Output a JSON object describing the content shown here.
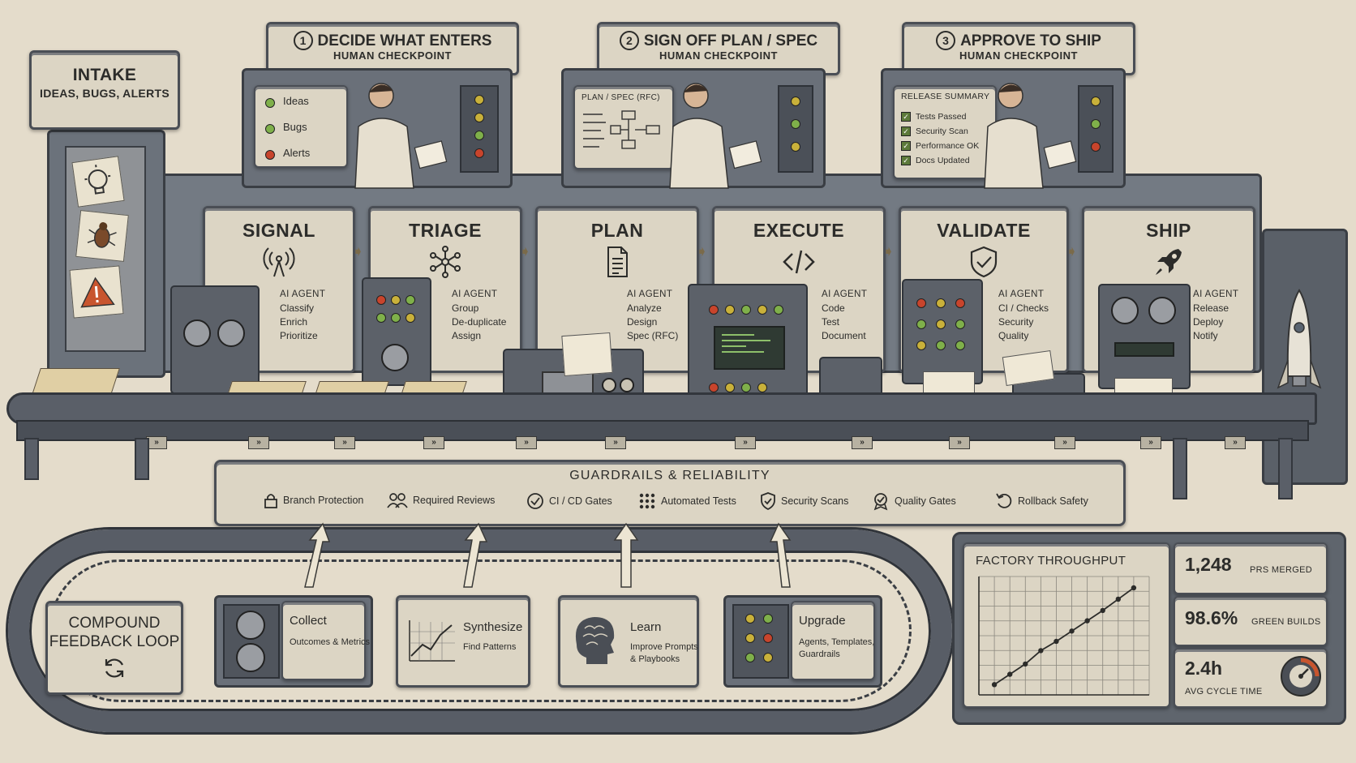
{
  "intake": {
    "title": "INTAKE",
    "subtitle": "IDEAS, BUGS, ALERTS"
  },
  "checkpoints": [
    {
      "num": "1",
      "title": "DECIDE WHAT ENTERS",
      "sub": "HUMAN CHECKPOINT"
    },
    {
      "num": "2",
      "title": "SIGN OFF PLAN / SPEC",
      "sub": "HUMAN CHECKPOINT"
    },
    {
      "num": "3",
      "title": "APPROVE TO SHIP",
      "sub": "HUMAN CHECKPOINT"
    }
  ],
  "console1": {
    "items": [
      "Ideas",
      "Bugs",
      "Alerts"
    ],
    "led_colors": [
      "#7fb04a",
      "#7fb04a",
      "#c8442c"
    ]
  },
  "console2": {
    "title": "PLAN / SPEC (RFC)"
  },
  "console3": {
    "title": "RELEASE SUMMARY",
    "items": [
      "Tests Passed",
      "Security Scan",
      "Performance OK",
      "Docs Updated"
    ]
  },
  "stages": [
    {
      "title": "SIGNAL",
      "icon": "signal-tower-icon",
      "agent": "AI AGENT",
      "tasks": [
        "Classify",
        "Enrich",
        "Prioritize"
      ]
    },
    {
      "title": "TRIAGE",
      "icon": "network-nodes-icon",
      "agent": "AI AGENT",
      "tasks": [
        "Group",
        "De-duplicate",
        "Assign"
      ]
    },
    {
      "title": "PLAN",
      "icon": "document-icon",
      "agent": "AI AGENT",
      "tasks": [
        "Analyze",
        "Design",
        "Spec (RFC)"
      ]
    },
    {
      "title": "EXECUTE",
      "icon": "code-brackets-icon",
      "agent": "AI AGENT",
      "tasks": [
        "Code",
        "Test",
        "Document"
      ]
    },
    {
      "title": "VALIDATE",
      "icon": "shield-check-icon",
      "agent": "AI AGENT",
      "tasks": [
        "CI / Checks",
        "Security",
        "Quality"
      ]
    },
    {
      "title": "SHIP",
      "icon": "rocket-icon",
      "agent": "AI AGENT",
      "tasks": [
        "Release",
        "Deploy",
        "Notify"
      ]
    }
  ],
  "guardrails": {
    "title": "GUARDRAILS & RELIABILITY",
    "items": [
      {
        "label": "Branch Protection",
        "icon": "lock-icon"
      },
      {
        "label": "Required Reviews",
        "icon": "people-icon"
      },
      {
        "label": "CI / CD Gates",
        "icon": "check-circle-icon"
      },
      {
        "label": "Automated Tests",
        "icon": "dots-grid-icon"
      },
      {
        "label": "Security Scans",
        "icon": "shield-check-icon"
      },
      {
        "label": "Quality Gates",
        "icon": "badge-check-icon"
      },
      {
        "label": "Rollback Safety",
        "icon": "rollback-icon"
      }
    ]
  },
  "feedback": {
    "title_line1": "COMPOUND",
    "title_line2": "FEEDBACK LOOP",
    "steps": [
      {
        "title": "Collect",
        "sub1": "Outcomes & Metrics",
        "sub2": ""
      },
      {
        "title": "Synthesize",
        "sub1": "Find Patterns",
        "sub2": ""
      },
      {
        "title": "Learn",
        "sub1": "Improve Prompts",
        "sub2": "& Playbooks"
      },
      {
        "title": "Upgrade",
        "sub1": "Agents, Templates,",
        "sub2": "Guardrails"
      }
    ]
  },
  "throughput": {
    "title": "FACTORY THROUGHPUT",
    "stats": [
      {
        "value": "1,248",
        "label": "PRS MERGED"
      },
      {
        "value": "98.6%",
        "label": "GREEN BUILDS"
      },
      {
        "value": "2.4h",
        "label": "AVG CYCLE TIME"
      }
    ]
  },
  "chart_data": {
    "type": "line",
    "x": [
      1,
      2,
      3,
      4,
      5,
      6,
      7,
      8,
      9,
      10
    ],
    "series": [
      {
        "values": [
          1,
          2,
          3,
          4.3,
          5.2,
          6.2,
          7.2,
          8.2,
          9.3,
          10.4
        ]
      }
    ],
    "xlim": [
      0,
      11
    ],
    "ylim": [
      0,
      11.5
    ],
    "grid": true
  }
}
